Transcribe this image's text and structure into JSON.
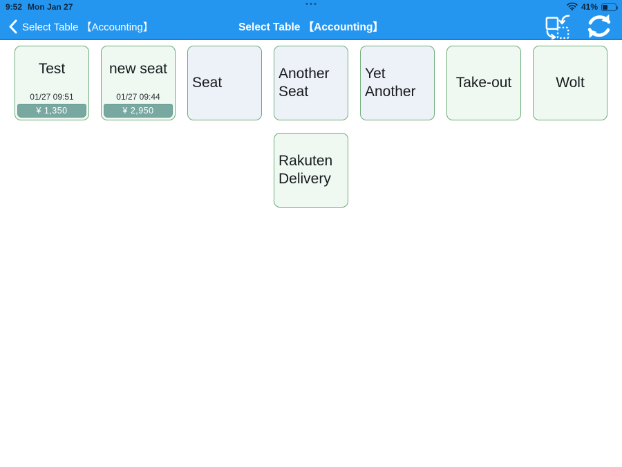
{
  "status_bar": {
    "time": "9:52",
    "date": "Mon Jan 27",
    "battery_percent": "41%",
    "battery_level": 0.41
  },
  "nav_bar": {
    "back_label": "Select Table 【Accounting】",
    "title": "Select Table 【Accounting】",
    "icons": [
      "move-table-icon",
      "refresh-icon"
    ]
  },
  "colors": {
    "nav-blue": "#2496f0",
    "nav-blue-dark": "#1b7ed4",
    "status-text": "#0d2740",
    "card-border": "#6cab77",
    "card-bg-mint": "#eff9f2",
    "card-bg-blue": "#edf2f8",
    "price-bar": "#79a8a0",
    "price-bar-border": "#699c93"
  },
  "tables": [
    {
      "name": "Test",
      "align": "center",
      "bg": "mint",
      "col": 1,
      "row": 1,
      "order_time": "01/27 09:51",
      "amount": "¥ 1,350"
    },
    {
      "name": "new seat",
      "align": "center",
      "bg": "mint",
      "col": 2,
      "row": 1,
      "order_time": "01/27 09:44",
      "amount": "¥ 2,950"
    },
    {
      "name": "Seat",
      "align": "left",
      "bg": "blue",
      "col": 3,
      "row": 1
    },
    {
      "name": "Another Seat",
      "align": "left",
      "bg": "blue",
      "col": 4,
      "row": 1
    },
    {
      "name": "Yet Another",
      "align": "left",
      "bg": "blue",
      "col": 5,
      "row": 1
    },
    {
      "name": "Take-out",
      "align": "center",
      "bg": "mint",
      "col": 6,
      "row": 1
    },
    {
      "name": "Wolt",
      "align": "center",
      "bg": "mint",
      "col": 7,
      "row": 1
    },
    {
      "name": "Rakuten Delivery",
      "align": "left",
      "bg": "mint",
      "col": 4,
      "row": 2
    }
  ]
}
